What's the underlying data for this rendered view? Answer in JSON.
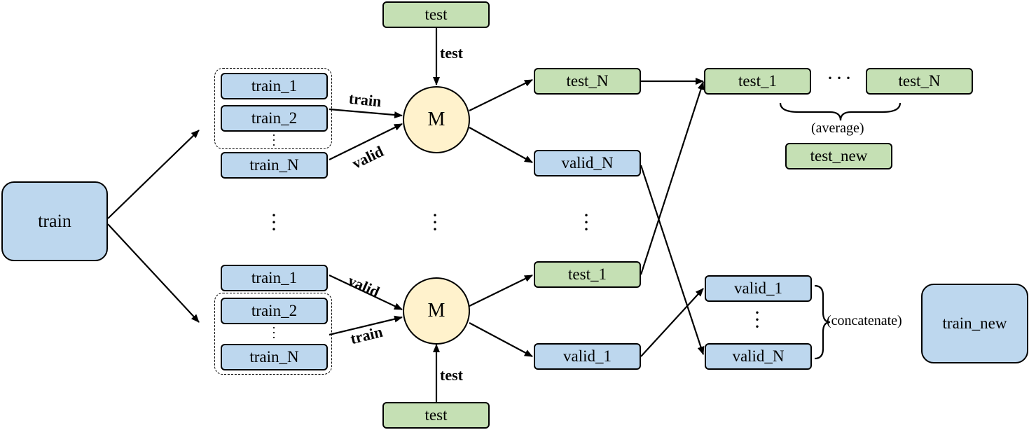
{
  "boxes": {
    "train_main": "train",
    "test_top": "test",
    "test_bottom": "test",
    "top_train_1": "train_1",
    "top_train_2": "train_2",
    "top_train_n": "train_N",
    "bot_train_1": "train_1",
    "bot_train_2": "train_2",
    "bot_train_n": "train_N",
    "model_top": "M",
    "model_bottom": "M",
    "top_test_n": "test_N",
    "top_valid_n": "valid_N",
    "bot_test_1": "test_1",
    "bot_valid_1": "valid_1",
    "right_test_1": "test_1",
    "right_test_n": "test_N",
    "test_new": "test_new",
    "right_valid_1": "valid_1",
    "right_valid_n": "valid_N",
    "train_new": "train_new"
  },
  "labels": {
    "top_test_arrow": "test",
    "bottom_test_arrow": "test",
    "top_train_arrow": "train",
    "top_valid_arrow": "valid",
    "bot_valid_arrow": "valid",
    "bot_train_arrow": "train",
    "average": "(average)",
    "concatenate": "(concatenate)"
  }
}
